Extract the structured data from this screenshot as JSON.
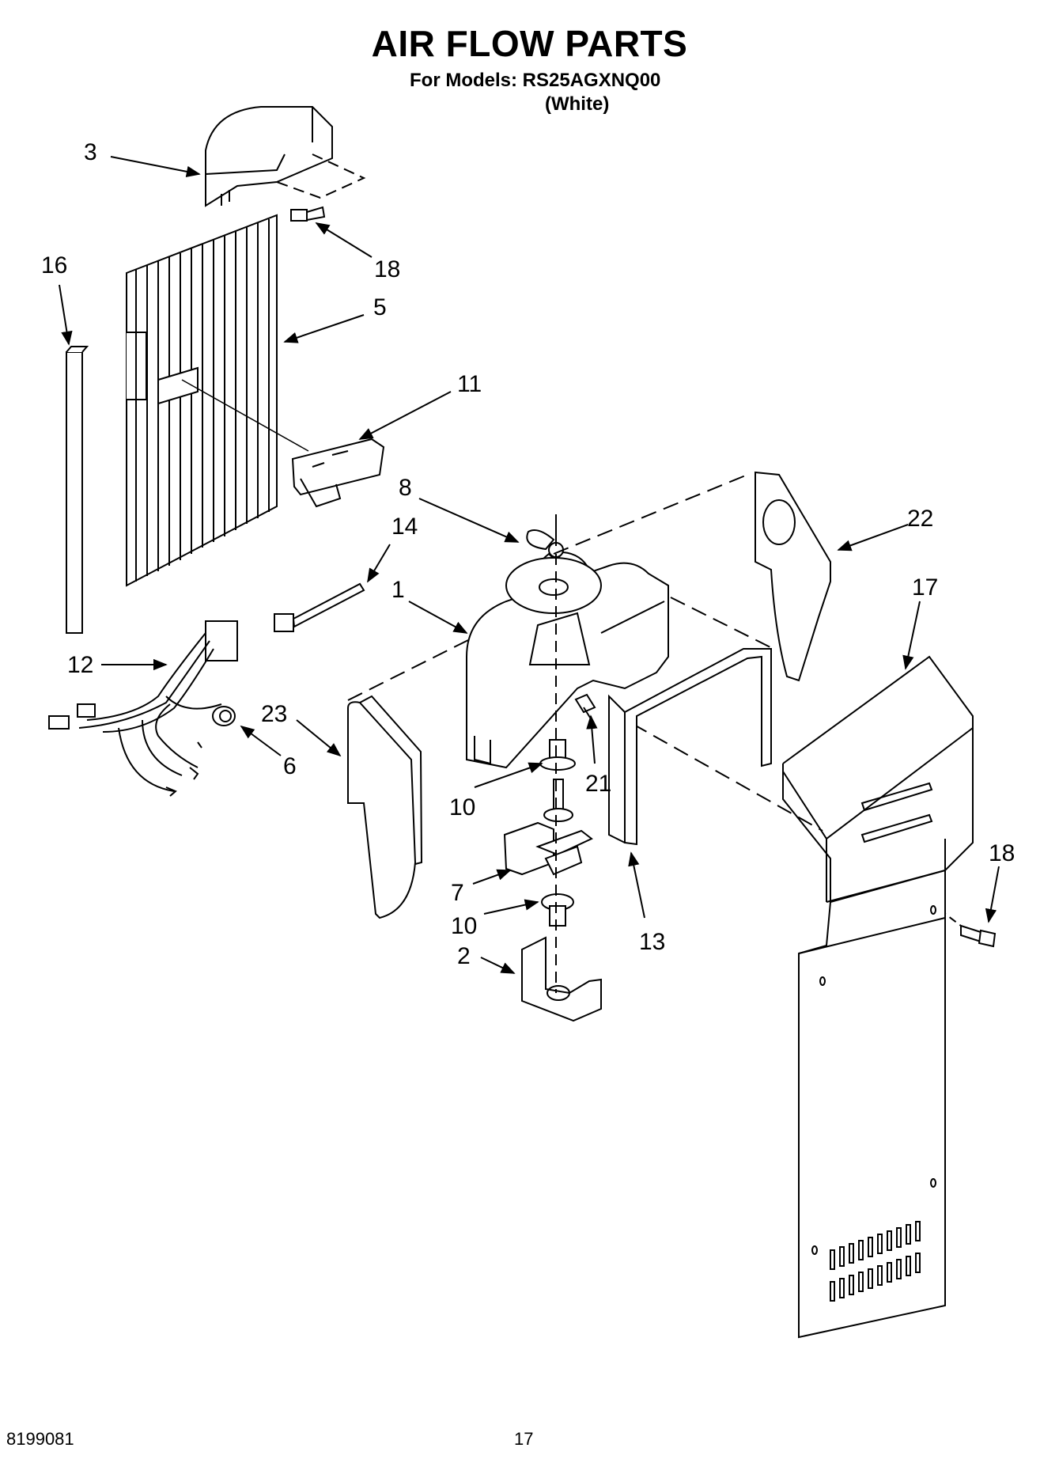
{
  "header": {
    "title": "AIR FLOW PARTS",
    "subtitle": "For Models: RS25AGXNQ00",
    "variant": "(White)"
  },
  "footer": {
    "doc_number": "8199081",
    "page_number": "17"
  },
  "callouts": {
    "c3": "3",
    "c18a": "18",
    "c16": "16",
    "c5": "5",
    "c11": "11",
    "c8": "8",
    "c22": "22",
    "c14": "14",
    "c1": "1",
    "c17": "17",
    "c12": "12",
    "c23": "23",
    "c6": "6",
    "c10a": "10",
    "c21": "21",
    "c7": "7",
    "c10b": "10",
    "c13": "13",
    "c2": "2",
    "c18b": "18"
  }
}
